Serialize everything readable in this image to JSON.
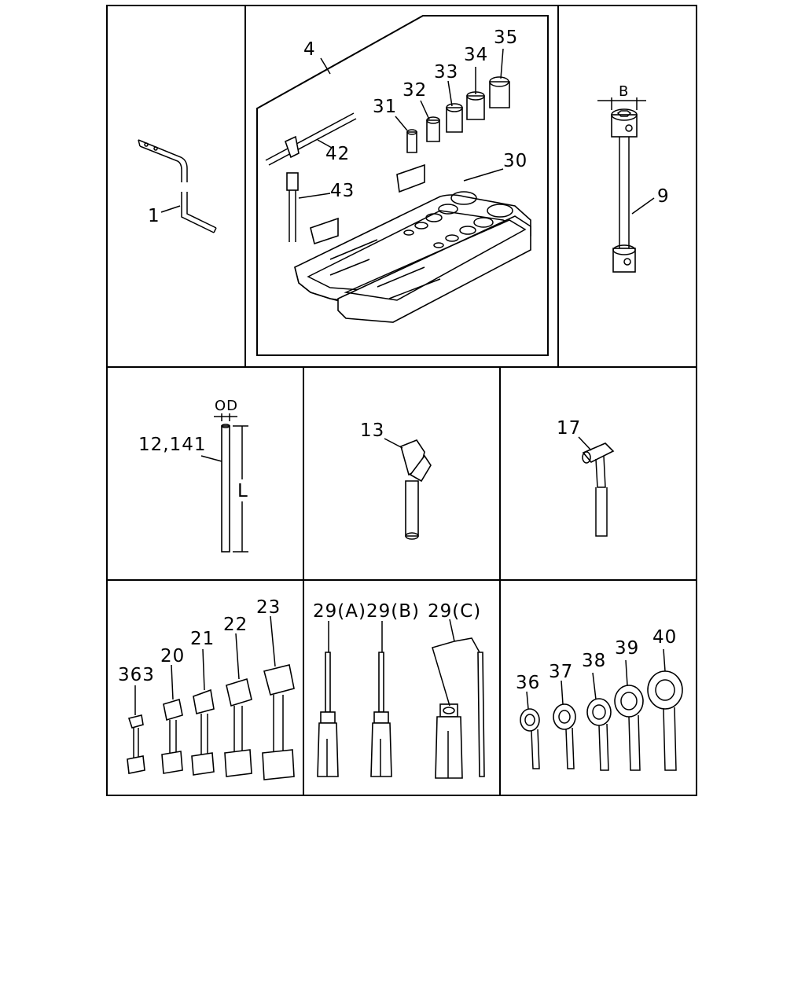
{
  "labels": {
    "p1": "1",
    "p4": "4",
    "p9": "9",
    "b": "B",
    "p30": "30",
    "p31": "31",
    "p32": "32",
    "p33": "33",
    "p34": "34",
    "p35": "35",
    "p42": "42",
    "p43": "43",
    "p12": "12,141",
    "od": "OD",
    "l": "L",
    "p13": "13",
    "p17": "17",
    "p363": "363",
    "p20": "20",
    "p21": "21",
    "p22": "22",
    "p23": "23",
    "p29a": "29(A)",
    "p29b": "29(B)",
    "p29c": "29(C)",
    "p36": "36",
    "p37": "37",
    "p38": "38",
    "p39": "39",
    "p40": "40"
  }
}
